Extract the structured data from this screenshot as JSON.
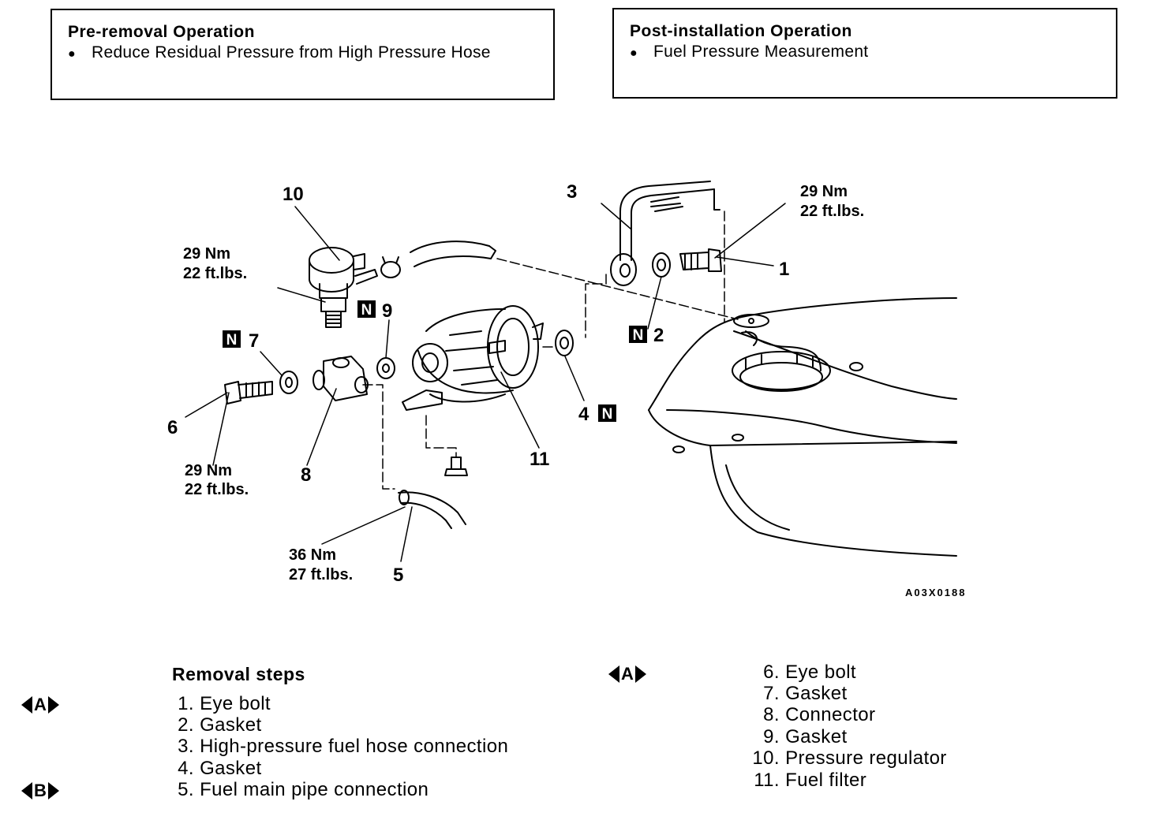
{
  "pre_removal": {
    "title": "Pre-removal Operation",
    "item": "Reduce Residual Pressure from High Pressure Hose"
  },
  "post_installation": {
    "title": "Post-installation Operation",
    "item": "Fuel Pressure Measurement"
  },
  "bullet": "●",
  "callouts": {
    "c1": "1",
    "c2": "2",
    "c3": "3",
    "c4": "4",
    "c5": "5",
    "c6": "6",
    "c7": "7",
    "c8": "8",
    "c9": "9",
    "c10": "10",
    "c11": "11",
    "new_part_mark": "N"
  },
  "torques": {
    "t1_nm": "29 Nm",
    "t1_ft": "22 ft.lbs.",
    "t10_nm": "29 Nm",
    "t10_ft": "22 ft.lbs.",
    "t6_nm": "29 Nm",
    "t6_ft": "22 ft.lbs.",
    "t5_nm": "36 Nm",
    "t5_ft": "27 ft.lbs."
  },
  "figure_code": "A03X0188",
  "removal": {
    "title": "Removal steps",
    "steps": [
      {
        "num": "1.",
        "text": "Eye bolt"
      },
      {
        "num": "2.",
        "text": "Gasket"
      },
      {
        "num": "3.",
        "text": "High-pressure fuel hose connection"
      },
      {
        "num": "4.",
        "text": "Gasket"
      },
      {
        "num": "5.",
        "text": "Fuel main pipe connection"
      },
      {
        "num": "6.",
        "text": "Eye bolt"
      },
      {
        "num": "7.",
        "text": "Gasket"
      },
      {
        "num": "8.",
        "text": "Connector"
      },
      {
        "num": "9.",
        "text": "Gasket"
      },
      {
        "num": "10.",
        "text": "Pressure regulator"
      },
      {
        "num": "11.",
        "text": "Fuel filter"
      }
    ],
    "markers": {
      "a": "A",
      "b": "B"
    }
  }
}
